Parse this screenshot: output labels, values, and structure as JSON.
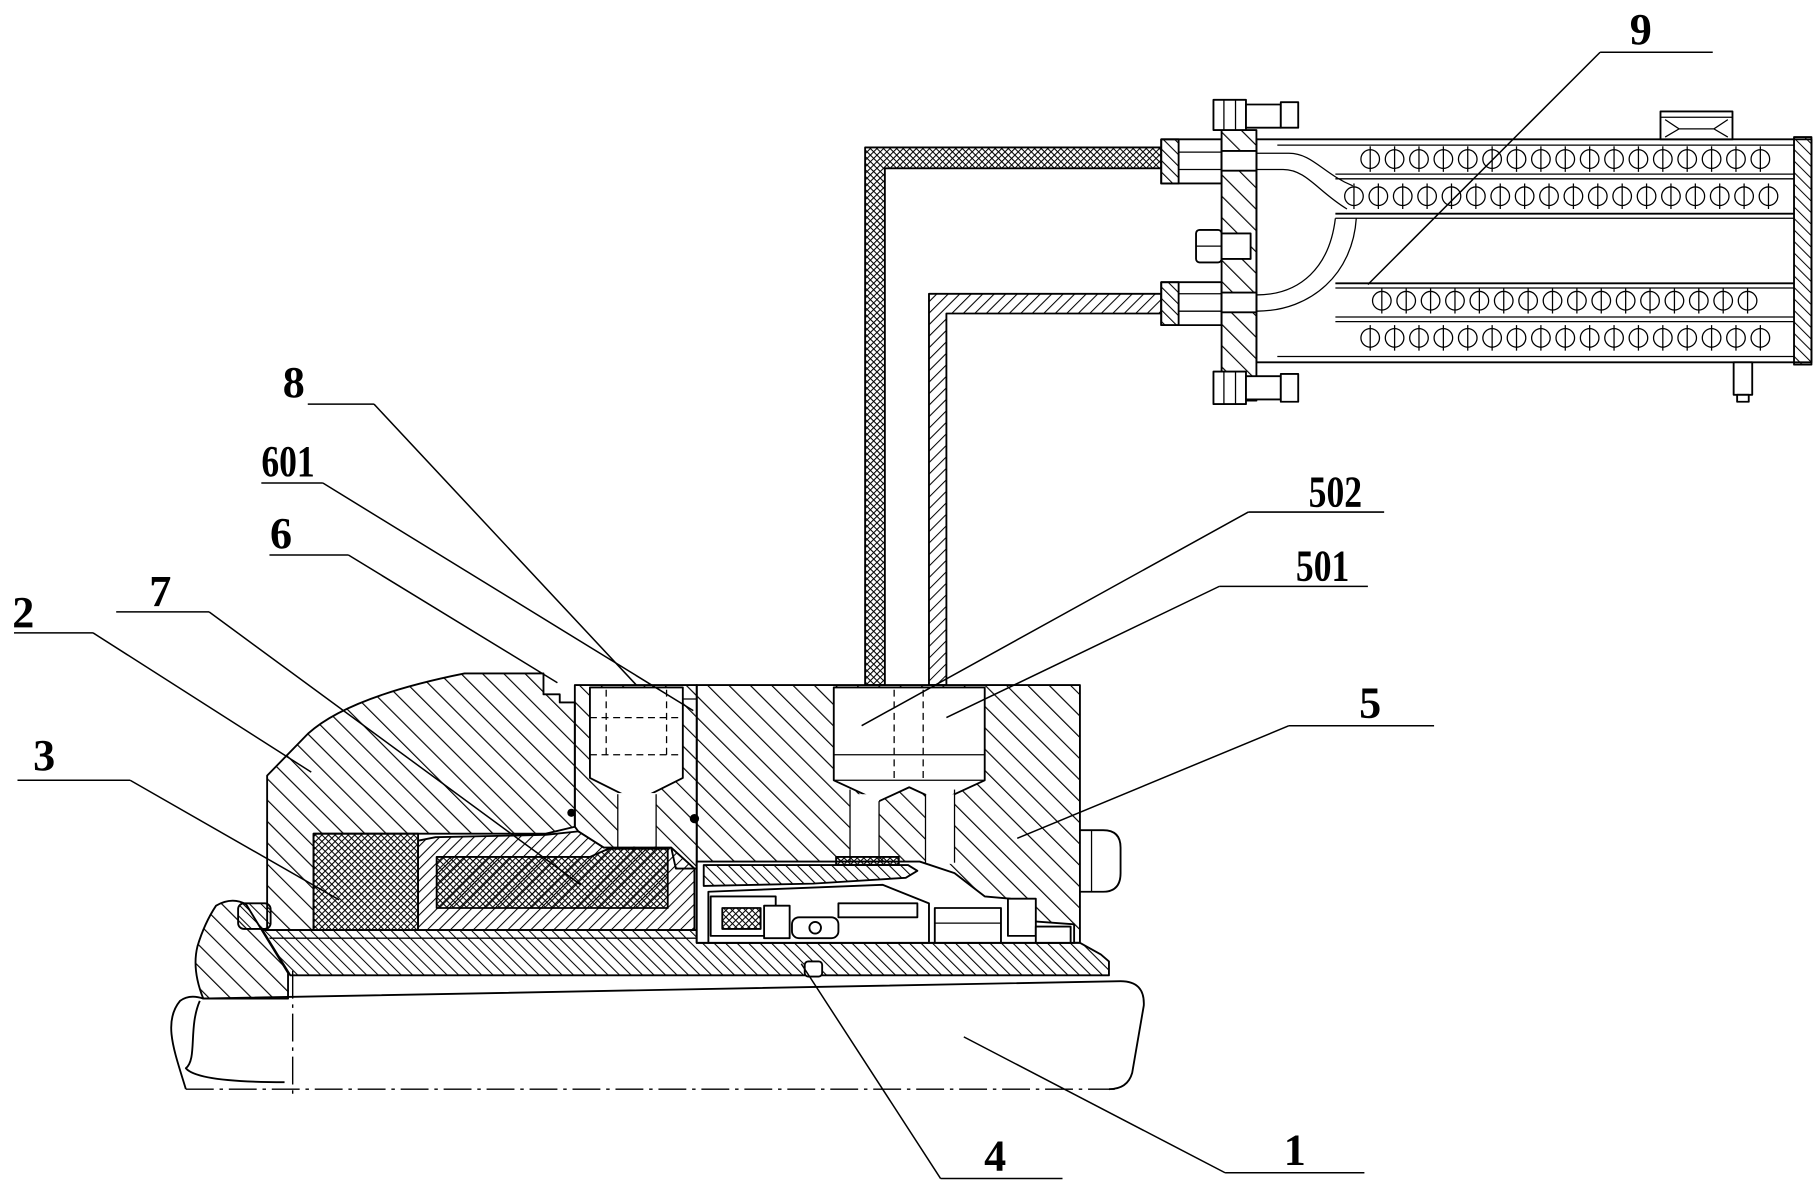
{
  "callouts": {
    "c9": "9",
    "c8": "8",
    "c601": "601",
    "c6": "6",
    "c2": "2",
    "c7": "7",
    "c3": "3",
    "c502": "502",
    "c501": "501",
    "c5": "5",
    "c4": "4",
    "c1": "1"
  },
  "colors": {
    "ink": "#000000",
    "paper": "#ffffff"
  }
}
